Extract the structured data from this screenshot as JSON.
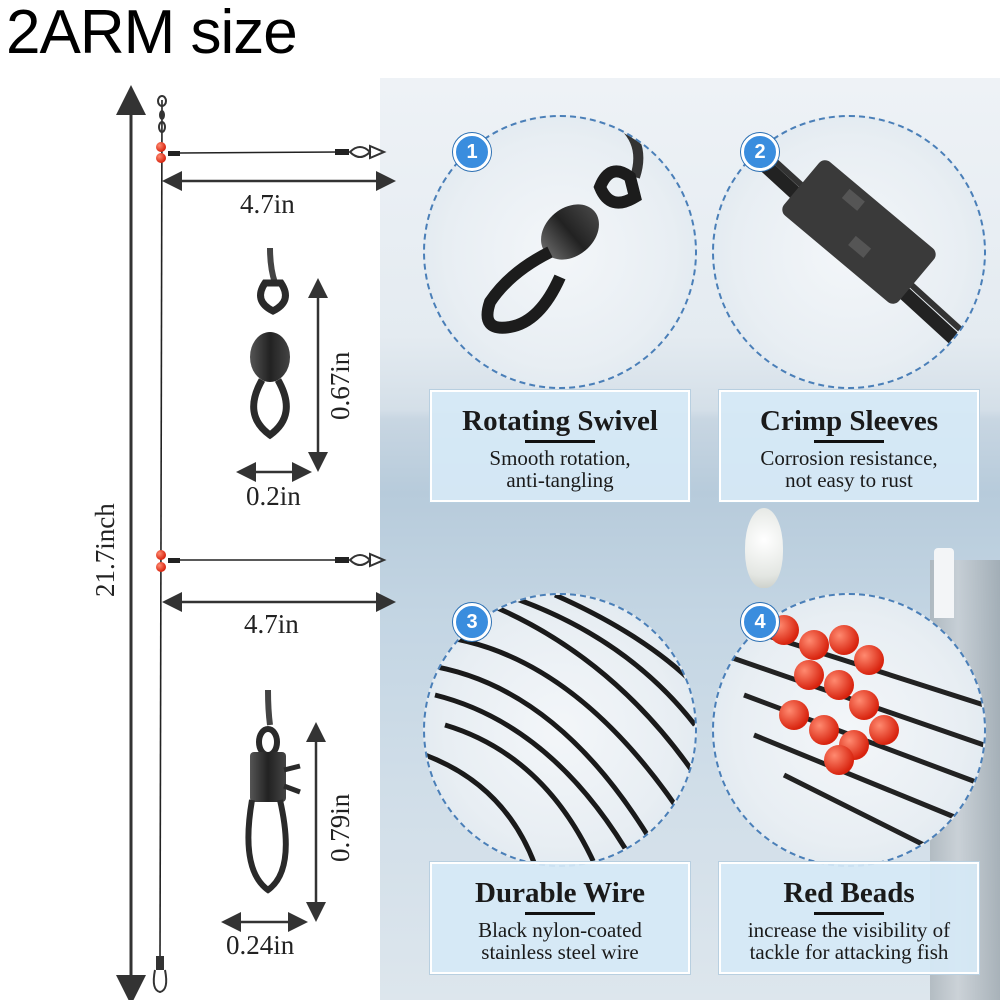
{
  "title": "2ARM size",
  "dimensions": {
    "total_length": "21.7inch",
    "arm_top": "4.7in",
    "arm_bottom": "4.7in",
    "swivel_length": "0.67in",
    "swivel_width": "0.2in",
    "snap_length": "0.79in",
    "snap_width": "0.24in"
  },
  "features": [
    {
      "number": "1",
      "title": "Rotating Swivel",
      "desc_line1": "Smooth rotation,",
      "desc_line2": "anti-tangling",
      "icon": "swivel-icon"
    },
    {
      "number": "2",
      "title": "Crimp Sleeves",
      "desc_line1": "Corrosion resistance,",
      "desc_line2": "not easy to rust",
      "icon": "crimp-sleeve-icon"
    },
    {
      "number": "3",
      "title": "Durable Wire",
      "desc_line1": "Black nylon-coated",
      "desc_line2": "stainless steel wire",
      "icon": "wire-icon"
    },
    {
      "number": "4",
      "title": "Red Beads",
      "desc_line1": "increase the visibility of",
      "desc_line2": "tackle for attacking fish",
      "icon": "red-beads-icon"
    }
  ],
  "colors": {
    "accent": "#3a8dde",
    "bead": "#e8321f",
    "card": "#d6e9f6",
    "wire": "#222222"
  }
}
